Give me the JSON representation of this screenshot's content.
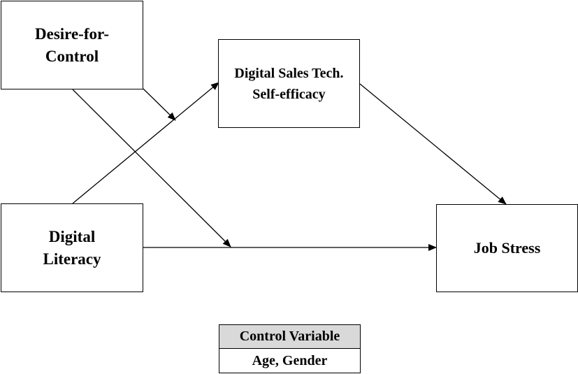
{
  "nodes": {
    "desire_for_control": {
      "line1": "Desire-for-",
      "line2": "Control"
    },
    "digital_sales_tech": {
      "line1": "Digital Sales Tech.",
      "line2": "Self-efficacy"
    },
    "digital_literacy": {
      "line1": "Digital",
      "line2": "Literacy"
    },
    "job_stress": {
      "label": "Job Stress"
    }
  },
  "edges": [
    {
      "from": "desire_for_control",
      "to": "digital_literacy_to_sales_path",
      "kind": "moderation"
    },
    {
      "from": "desire_for_control",
      "to": "digital_literacy_to_job_stress_path",
      "kind": "moderation"
    },
    {
      "from": "digital_literacy",
      "to": "digital_sales_tech",
      "kind": "direct"
    },
    {
      "from": "digital_literacy",
      "to": "job_stress",
      "kind": "direct"
    },
    {
      "from": "digital_sales_tech",
      "to": "job_stress",
      "kind": "direct"
    }
  ],
  "control": {
    "header": "Control Variable",
    "value": "Age, Gender",
    "header_color": "#d9d9d9"
  },
  "colors": {
    "stroke": "#000000",
    "background": "#ffffff"
  }
}
